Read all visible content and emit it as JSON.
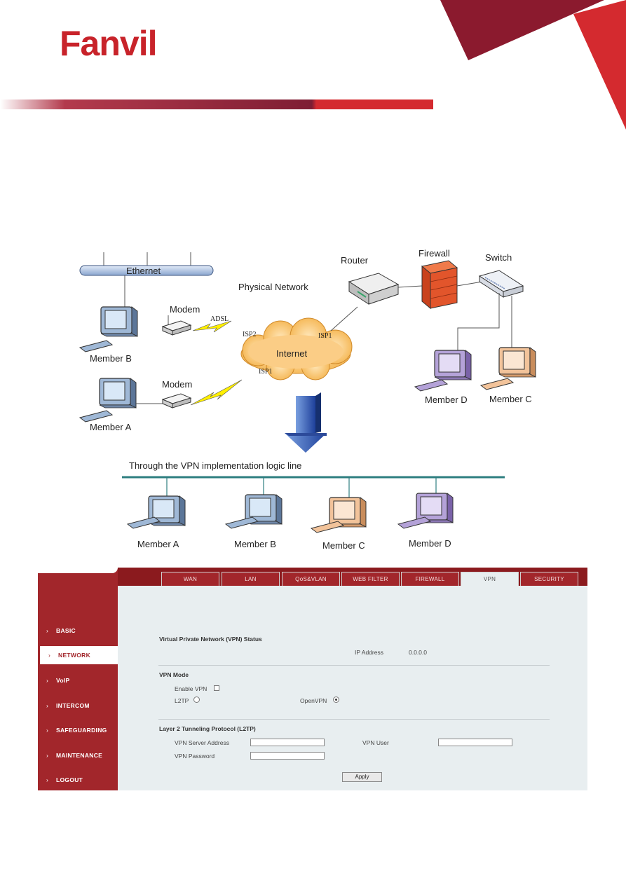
{
  "header": {
    "brand": "Fanvil",
    "colors": {
      "brand_red": "#c8232a",
      "dark_red": "#8b1a2e"
    }
  },
  "diagram": {
    "ethernet": "Ethernet",
    "physical_network": "Physical Network",
    "router": "Router",
    "firewall": "Firewall",
    "switch": "Switch",
    "modem_top": "Modem",
    "modem_bottom": "Modem",
    "adsl": "ADSL",
    "isp2": "ISP2",
    "isp1_left": "ISP1",
    "isp1_right": "ISP1",
    "internet": "Internet",
    "member_b": "Member B",
    "member_a": "Member A",
    "member_d": "Member D",
    "member_c": "Member C",
    "vpn_line": "Through the VPN implementation logic line",
    "bottom_members": [
      "Member A",
      "Member B",
      "Member C",
      "Member D"
    ]
  },
  "ui": {
    "tabs": [
      "WAN",
      "LAN",
      "QoS&VLAN",
      "WEB FILTER",
      "FIREWALL",
      "VPN",
      "SECURITY"
    ],
    "active_tab": "VPN",
    "sidebar": [
      "BASIC",
      "NETWORK",
      "VoIP",
      "INTERCOM",
      "SAFEGUARDING",
      "MAINTENANCE",
      "LOGOUT"
    ],
    "active_sidebar": "NETWORK",
    "status_section": "Virtual Private Network (VPN) Status",
    "ip_label": "IP Address",
    "ip_value": "0.0.0.0",
    "mode_section": "VPN Mode",
    "enable_vpn": "Enable VPN",
    "l2tp": "L2TP",
    "openvpn": "OpenVPN",
    "selected_mode": "OpenVPN",
    "l2tp_section": "Layer 2 Tunneling Protocol (L2TP)",
    "server_label": "VPN Server Address",
    "user_label": "VPN User",
    "password_label": "VPN Password",
    "server_value": "",
    "user_value": "",
    "password_value": "",
    "apply": "Apply"
  }
}
